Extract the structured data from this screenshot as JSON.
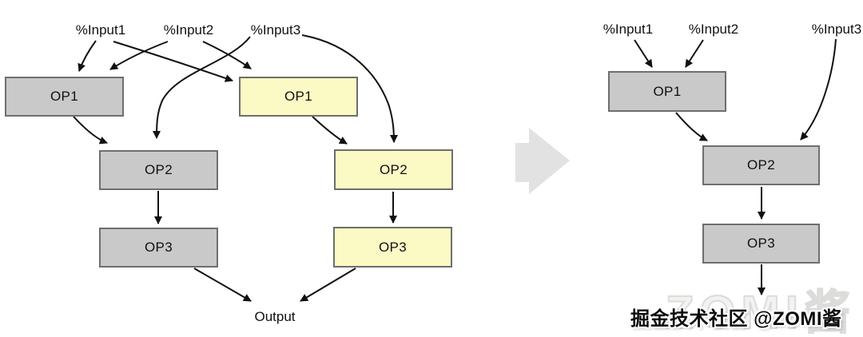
{
  "diagram": {
    "left": {
      "inputs": [
        "%Input1",
        "%Input2",
        "%Input3"
      ],
      "gray_ops": [
        "OP1",
        "OP2",
        "OP3"
      ],
      "yellow_ops": [
        "OP1",
        "OP2",
        "OP3"
      ],
      "output": "Output"
    },
    "right": {
      "inputs": [
        "%Input1",
        "%Input2",
        "%Input3"
      ],
      "ops": [
        "OP1",
        "OP2",
        "OP3"
      ]
    }
  },
  "watermark": {
    "text": "掘金技术社区 @ZOMI酱",
    "ghost": "ZOMI酱"
  },
  "colors": {
    "gray_node": "#c9c9c9",
    "yellow_node": "#fbf9c4",
    "node_border": "#6e6e6e",
    "edge": "#111111",
    "big_arrow": "#e2e2e2",
    "background": "#ffffff"
  }
}
